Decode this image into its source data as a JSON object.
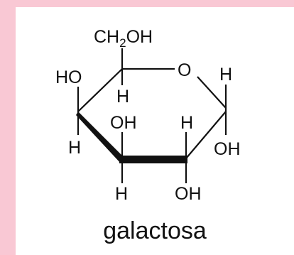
{
  "molecule": {
    "ch2oh_main": "CH",
    "ch2oh_sub": "2",
    "ch2oh_tail": "OH",
    "ring_oxygen": "O",
    "c1_h": "H",
    "c1_oh": "OH",
    "c2_h": "H",
    "c2_oh": "OH",
    "c3_oh": "OH",
    "c3_h": "H",
    "c4_ho": "HO",
    "c4_h_inner": "H",
    "c4_h_lower": "H"
  },
  "caption": "galactosa",
  "colors": {
    "frame": "#f9c8d4",
    "panel": "#ffffff",
    "ink": "#111111"
  }
}
